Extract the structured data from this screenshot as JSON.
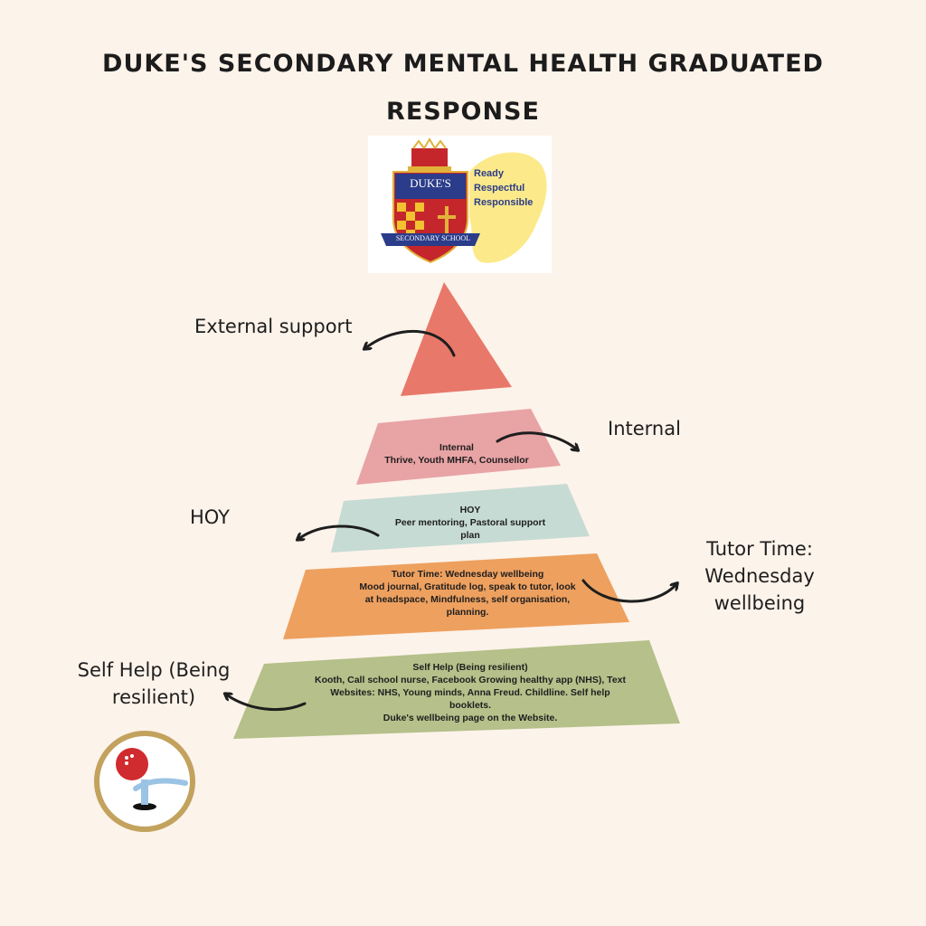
{
  "title": {
    "line1": "DUKE'S SECONDARY MENTAL HEALTH GRADUATED",
    "line2": "RESPONSE"
  },
  "logo": {
    "shield_name": "DUKE'S",
    "ribbon": "SECONDARY SCHOOL",
    "motto": [
      "Ready",
      "Respectful",
      "Responsible"
    ]
  },
  "pyramid": {
    "levels": [
      {
        "id": "internal",
        "heading": "Internal",
        "lines": [
          "Thrive, Youth MHFA, Counsellor"
        ],
        "color": "#e8a3a5"
      },
      {
        "id": "hoy",
        "heading": "HOY",
        "lines": [
          "Peer mentoring, Pastoral support",
          "plan"
        ],
        "color": "#c6dbd3"
      },
      {
        "id": "tutor",
        "heading": "Tutor Time: Wednesday wellbeing",
        "lines": [
          "Mood journal, Gratitude log, speak to tutor, look",
          "at headspace, Mindfulness, self organisation,",
          "planning."
        ],
        "color": "#eea05f"
      },
      {
        "id": "self-help",
        "heading": "Self Help (Being resilient)",
        "lines": [
          "Kooth, Call school nurse, Facebook Growing healthy app (NHS), Text",
          "Websites: NHS, Young minds, Anna Freud. Childline. Self help",
          "booklets.",
          "Duke's wellbeing page on the Website."
        ],
        "color": "#b5c08a"
      }
    ],
    "top_color": "#e8786a"
  },
  "side_labels": {
    "external": "External support",
    "internal": "Internal",
    "hoy": "HOY",
    "tutor": [
      "Tutor Time:",
      "Wednesday",
      "wellbeing"
    ],
    "self_help": [
      "Self Help (Being",
      "resilient)"
    ]
  },
  "icons": {
    "badge": "ball-bounce-badge-icon",
    "badge_ring_color": "#c2a25d",
    "ball_color": "#d02b2f"
  }
}
